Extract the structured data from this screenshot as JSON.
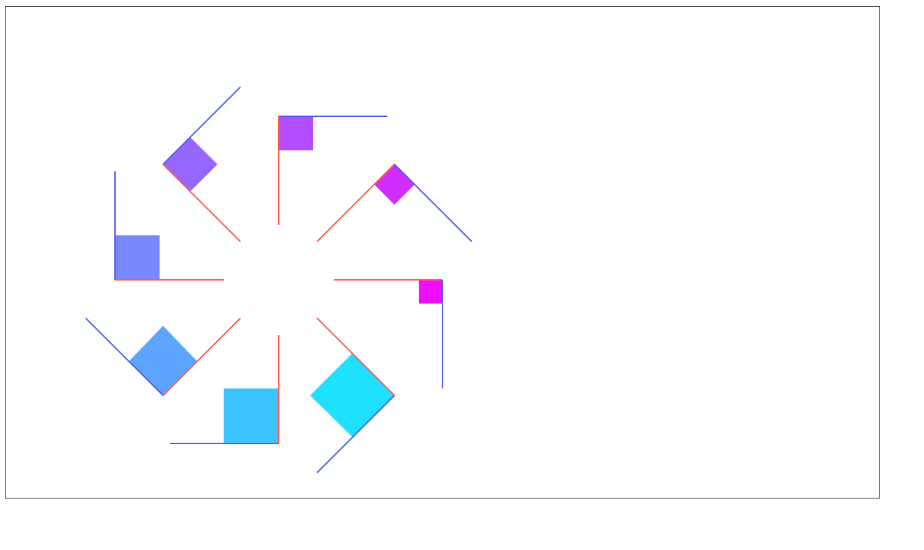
{
  "diagram": {
    "description_free": true,
    "colors": {
      "frame_border": "#2a2a2a",
      "background": "#ffffff",
      "inner_arm": "#ff5a4f",
      "outer_arm": "#4a5cf2"
    },
    "arms": [
      {
        "id": "north",
        "square_color": "#b44dff"
      },
      {
        "id": "northeast",
        "square_color": "#d32cff"
      },
      {
        "id": "east",
        "square_color": "#ee0dff"
      },
      {
        "id": "southeast",
        "square_color": "#1fe0ff"
      },
      {
        "id": "south",
        "square_color": "#3ec3ff"
      },
      {
        "id": "southwest",
        "square_color": "#5ca4ff"
      },
      {
        "id": "west",
        "square_color": "#7888ff"
      },
      {
        "id": "northwest",
        "square_color": "#9567ff"
      }
    ]
  }
}
